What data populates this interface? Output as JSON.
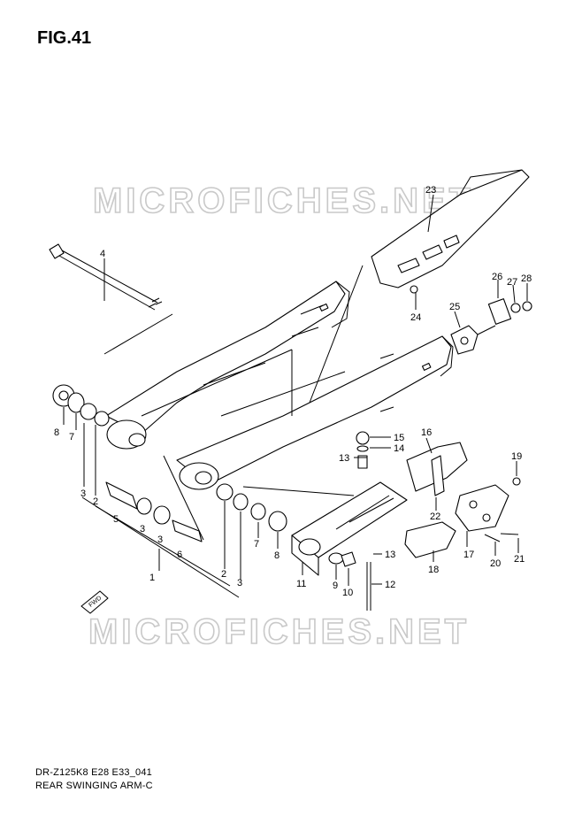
{
  "figure": {
    "title": "FIG.41",
    "code": "DR-Z125K8 E28 E33_041",
    "name": "REAR SWINGING ARM-C"
  },
  "watermark": "MICROFICHES.NET",
  "direction_tag": "FWD",
  "callouts": [
    "1",
    "2",
    "3",
    "4",
    "5",
    "6",
    "7",
    "8",
    "9",
    "10",
    "11",
    "12",
    "13",
    "14",
    "15",
    "16",
    "17",
    "18",
    "19",
    "20",
    "21",
    "22",
    "23",
    "24",
    "25",
    "26",
    "27",
    "28"
  ],
  "callout_list": [
    {
      "id": "4",
      "label": "4"
    },
    {
      "id": "8a",
      "label": "8"
    },
    {
      "id": "7a",
      "label": "7"
    },
    {
      "id": "3a",
      "label": "3"
    },
    {
      "id": "2a",
      "label": "2"
    },
    {
      "id": "5",
      "label": "5"
    },
    {
      "id": "3b",
      "label": "3"
    },
    {
      "id": "3c",
      "label": "3"
    },
    {
      "id": "6",
      "label": "6"
    },
    {
      "id": "1",
      "label": "1"
    },
    {
      "id": "2b",
      "label": "2"
    },
    {
      "id": "3d",
      "label": "3"
    },
    {
      "id": "7b",
      "label": "7"
    },
    {
      "id": "8b",
      "label": "8"
    },
    {
      "id": "11",
      "label": "11"
    },
    {
      "id": "9",
      "label": "9"
    },
    {
      "id": "10",
      "label": "10"
    },
    {
      "id": "12",
      "label": "12"
    },
    {
      "id": "13a",
      "label": "13"
    },
    {
      "id": "13b",
      "label": "13"
    },
    {
      "id": "14",
      "label": "14"
    },
    {
      "id": "15",
      "label": "15"
    },
    {
      "id": "16",
      "label": "16"
    },
    {
      "id": "22",
      "label": "22"
    },
    {
      "id": "17",
      "label": "17"
    },
    {
      "id": "18",
      "label": "18"
    },
    {
      "id": "19",
      "label": "19"
    },
    {
      "id": "20",
      "label": "20"
    },
    {
      "id": "21",
      "label": "21"
    },
    {
      "id": "23",
      "label": "23"
    },
    {
      "id": "24",
      "label": "24"
    },
    {
      "id": "25",
      "label": "25"
    },
    {
      "id": "26",
      "label": "26"
    },
    {
      "id": "27",
      "label": "27"
    },
    {
      "id": "28",
      "label": "28"
    }
  ]
}
